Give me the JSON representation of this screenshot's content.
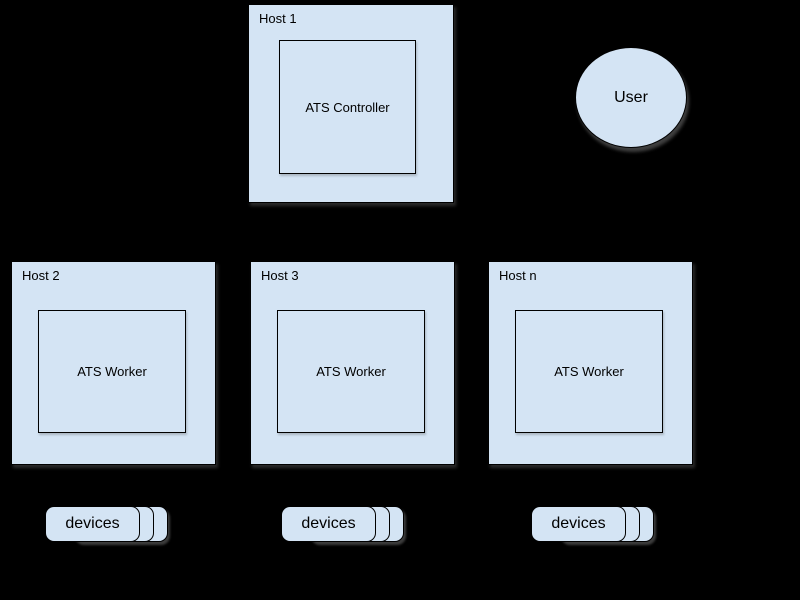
{
  "colors": {
    "background": "#000000",
    "node_fill": "#d4e4f4",
    "node_border": "#000000",
    "text": "#000000",
    "shadow": "#787878"
  },
  "diagram": {
    "controller_host": {
      "label": "Host 1",
      "node": "ATS Controller"
    },
    "user": {
      "label": "User"
    },
    "worker_hosts": [
      {
        "label": "Host 2",
        "node": "ATS Worker",
        "devices_label": "devices"
      },
      {
        "label": "Host 3",
        "node": "ATS Worker",
        "devices_label": "devices"
      },
      {
        "label": "Host n",
        "node": "ATS Worker",
        "devices_label": "devices"
      }
    ]
  }
}
